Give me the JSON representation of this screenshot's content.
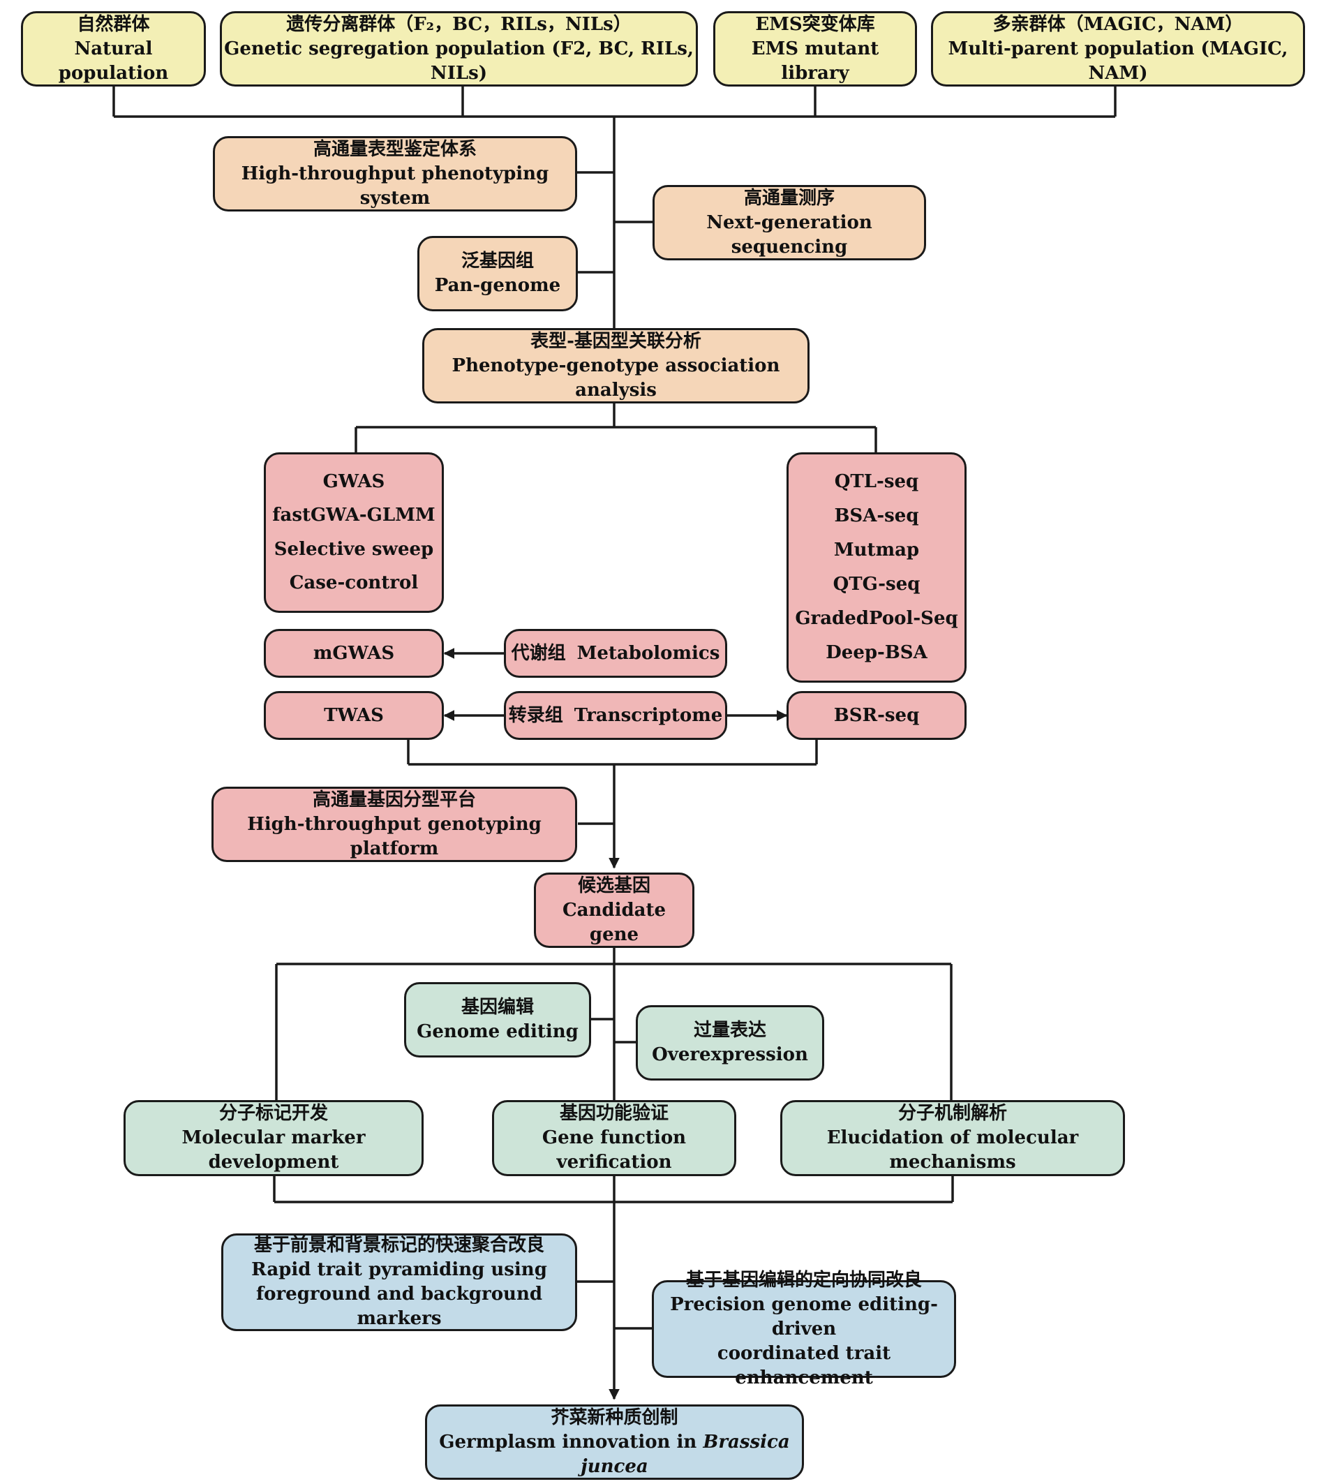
{
  "top_row": {
    "natural": {
      "zh": "自然群体",
      "en": "Natural population"
    },
    "segregation": {
      "zh": "遗传分离群体（F₂，BC，RILs，NILs）",
      "en": "Genetic segregation population (F2, BC, RILs, NILs)"
    },
    "ems": {
      "zh": "EMS突变体库",
      "en": "EMS mutant library"
    },
    "multiparent": {
      "zh": "多亲群体（MAGIC，NAM）",
      "en": "Multi-parent population (MAGIC, NAM)"
    }
  },
  "technologies": {
    "phenotyping": {
      "zh": "高通量表型鉴定体系",
      "en": "High-throughput phenotyping system"
    },
    "sequencing": {
      "zh": "高通量测序",
      "en": "Next-generation sequencing"
    },
    "pangenome": {
      "zh": "泛基因组",
      "en": "Pan-genome"
    },
    "association": {
      "zh": "表型-基因型关联分析",
      "en": "Phenotype-genotype association analysis"
    }
  },
  "methods_left": [
    "GWAS",
    "fastGWA-GLMM",
    "Selective sweep",
    "Case-control"
  ],
  "methods_right": [
    "QTL-seq",
    "BSA-seq",
    "Mutmap",
    "QTG-seq",
    "GradedPool-Seq",
    "Deep-BSA"
  ],
  "omics": {
    "mgwas": "mGWAS",
    "metabolomics": {
      "zh": "代谢组",
      "en": "Metabolomics"
    },
    "twas": "TWAS",
    "transcriptome": {
      "zh": "转录组",
      "en": "Transcriptome"
    },
    "bsrseq": "BSR-seq"
  },
  "genotyping": {
    "zh": "高通量基因分型平台",
    "en": "High-throughput genotyping platform"
  },
  "candidate": {
    "zh": "候选基因",
    "en": "Candidate gene"
  },
  "validation": {
    "editing": {
      "zh": "基因编辑",
      "en": "Genome editing"
    },
    "overexpression": {
      "zh": "过量表达",
      "en": "Overexpression"
    },
    "marker": {
      "zh": "分子标记开发",
      "en": "Molecular marker development"
    },
    "function": {
      "zh": "基因功能验证",
      "en": "Gene function verification"
    },
    "mechanism": {
      "zh": "分子机制解析",
      "en": "Elucidation of molecular mechanisms"
    }
  },
  "breeding": {
    "pyramiding": {
      "zh": "基于前景和背景标记的快速聚合改良",
      "en1": "Rapid trait pyramiding using",
      "en2": "foreground and background markers"
    },
    "precision": {
      "zh": "基于基因编辑的定向协同改良",
      "en1": "Precision genome editing-driven",
      "en2": "coordinated trait enhancement"
    }
  },
  "final": {
    "zh": "芥菜新种质创制",
    "en_prefix": "Germplasm innovation in ",
    "en_species": "Brassica juncea"
  },
  "colors": {
    "population": "#f3efb5",
    "technology": "#f5d6b8",
    "analysis": "#f0b7b7",
    "validation": "#cde4d8",
    "breeding": "#c3dbe8",
    "line": "#1a1a1a"
  }
}
